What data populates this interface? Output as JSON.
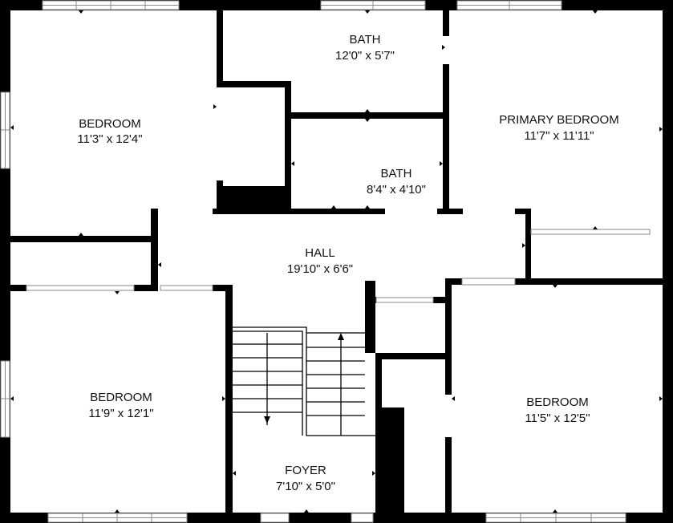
{
  "floor_plan": {
    "rooms": [
      {
        "key": "bedroom_top_left",
        "name": "BEDROOM",
        "dims": "11'3\" x 12'4\""
      },
      {
        "key": "bath_top",
        "name": "BATH",
        "dims": "12'0\" x 5'7\""
      },
      {
        "key": "primary_bedroom",
        "name": "PRIMARY BEDROOM",
        "dims": "11'7\" x 11'11\""
      },
      {
        "key": "bath_middle",
        "name": "BATH",
        "dims": "8'4\" x 4'10\""
      },
      {
        "key": "hall",
        "name": "HALL",
        "dims": "19'10\" x 6'6\""
      },
      {
        "key": "bedroom_bottom_left",
        "name": "BEDROOM",
        "dims": "11'9\" x 12'1\""
      },
      {
        "key": "bedroom_bottom_right",
        "name": "BEDROOM",
        "dims": "11'5\" x 12'5\""
      },
      {
        "key": "foyer",
        "name": "FOYER",
        "dims": "7'10\" x 5'0\""
      }
    ],
    "colors": {
      "wall": "#000000",
      "background": "#ffffff",
      "window_frame": "#8a8a8a",
      "text": "#111111"
    }
  }
}
